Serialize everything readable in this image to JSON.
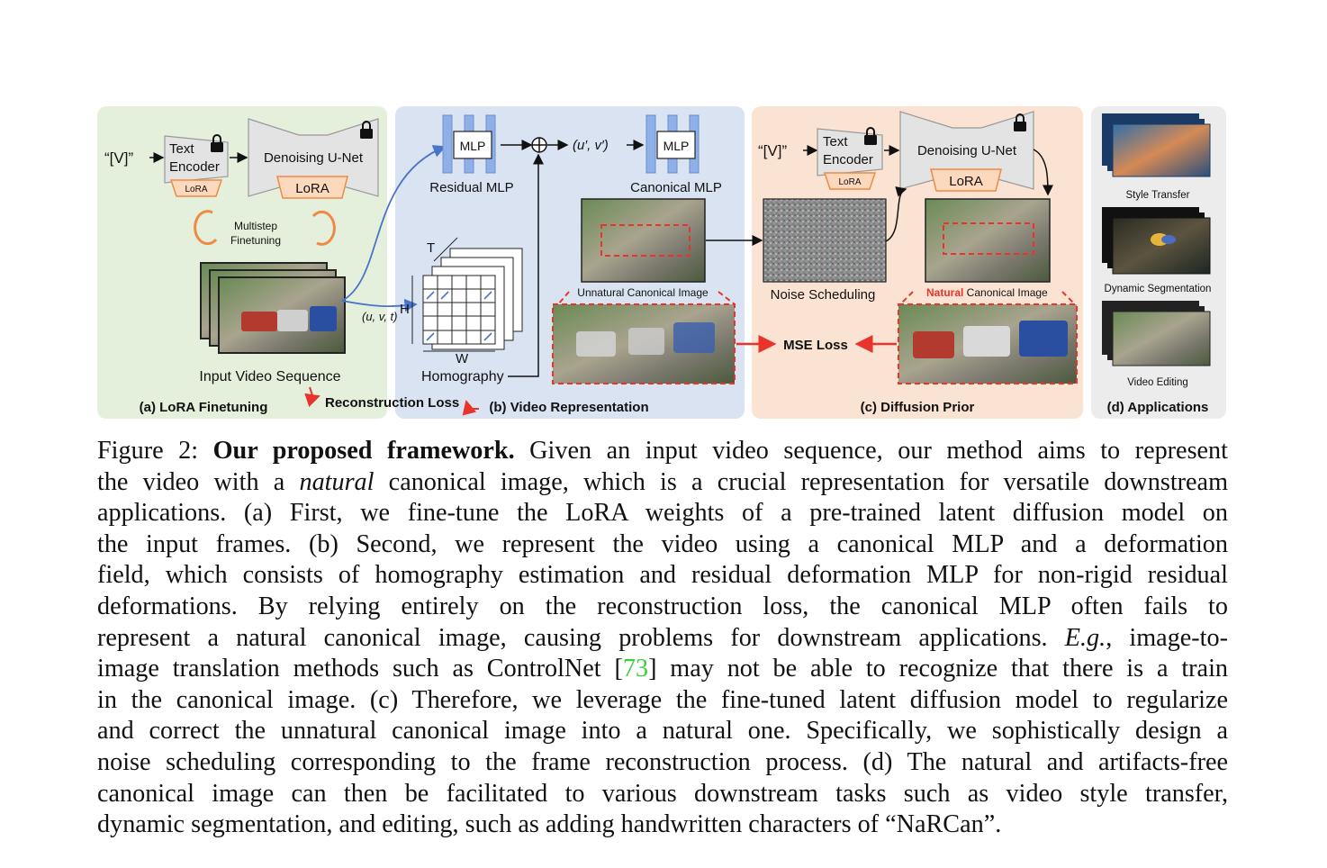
{
  "figure": {
    "panel_a": {
      "caption": "(a) LoRA Finetuning",
      "token": "“[V]”",
      "text_encoder": "Text\nEncoder",
      "text_encoder_l1": "Text",
      "text_encoder_l2": "Encoder",
      "lora_small": "LoRA",
      "unet": "Denoising U-Net",
      "lora_unet": "LoRA",
      "multistep_l1": "Multistep",
      "multistep_l2": "Finetuning",
      "input_video": "Input Video Sequence",
      "uvt": "(u, v, t)"
    },
    "panel_b": {
      "caption": "(b) Video Representation",
      "mlp1": "MLP",
      "residual_mlp": "Residual MLP",
      "uv_prime": "(u′, v′)",
      "mlp2": "MLP",
      "canonical_mlp": "Canonical MLP",
      "t_label": "T",
      "h_label": "H",
      "w_label": "W",
      "homography": "Homography",
      "unnatural": "Unnatural Canonical Image"
    },
    "reconstruction_loss": "Reconstruction Loss",
    "panel_c": {
      "caption": "(c) Diffusion Prior",
      "token": "“[V]”",
      "text_encoder_l1": "Text",
      "text_encoder_l2": "Encoder",
      "lora_small": "LoRA",
      "unet": "Denoising U-Net",
      "lora_unet": "LoRA",
      "noise": "Noise Scheduling",
      "natural_word": "Natural",
      "natural_rest": " Canonical Image",
      "mse": "MSE Loss"
    },
    "panel_d": {
      "caption": "(d) Applications",
      "style": "Style Transfer",
      "segmentation": "Dynamic Segmentation",
      "editing": "Video Editing"
    },
    "colors": {
      "panel_a_bg": "#e4f0dc",
      "panel_b_bg": "#d9e3f2",
      "panel_c_bg": "#fbe3d4",
      "panel_d_bg": "#ececec",
      "loss_red": "#e8342a",
      "lora_orange": "#ef8a45",
      "mlp_blue": "#6a8fd0",
      "ref_green": "#3ccf3c"
    }
  },
  "caption": {
    "l1_a": "Figure 2: ",
    "l1_b": "Our proposed framework.",
    "l1_c": " Given an input video sequence, our method aims to represent",
    "l2_a": "the video with a ",
    "l2_b": "natural",
    "l2_c": " canonical image, which is a crucial representation for versatile downstream",
    "l3": "applications. (a) First, we fine-tune the LoRA weights of a pre-trained latent diffusion model on",
    "l4": "the input frames. (b) Second, we represent the video using a canonical MLP and a deformation",
    "l5": "field, which consists of homography estimation and residual deformation MLP for non-rigid residual",
    "l6": "deformations. By relying entirely on the reconstruction loss, the canonical MLP often fails to",
    "l7_a": "represent a natural canonical image, causing problems for downstream applications. ",
    "l7_b": "E.g.",
    "l7_c": ", image-to-",
    "l8_a": "image translation methods such as ControlNet [",
    "l8_ref": "73",
    "l8_b": "] may not be able to recognize that there is a train",
    "l9": "in the canonical image. (c) Therefore, we leverage the fine-tuned latent diffusion model to regularize",
    "l10": "and correct the unnatural canonical image into a natural one. Specifically, we sophistically design a",
    "l11": "noise scheduling corresponding to the frame reconstruction process. (d) The natural and artifacts-free",
    "l12": "canonical image can then be facilitated to various downstream tasks such as video style transfer,",
    "l13": "dynamic segmentation, and editing, such as adding handwritten characters of “NaRCan”."
  }
}
